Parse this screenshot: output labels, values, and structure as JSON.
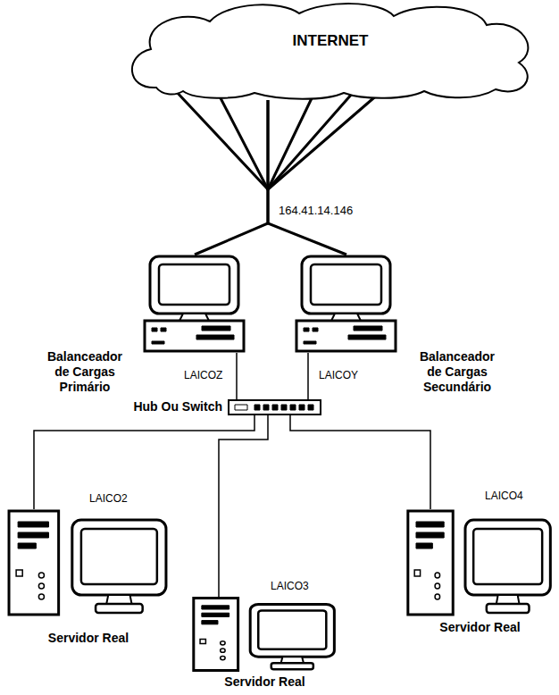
{
  "diagram": {
    "nodes": [
      {
        "text": [
          "INTERNET"
        ]
      },
      {
        "text": [
          "Balanceador de Cargas Primário",
          "LAICOZ"
        ]
      },
      {
        "text": [
          "Balanceador de Cargas Secundário",
          "LAICOY"
        ]
      },
      {
        "text": [
          "Hub Ou Switch"
        ]
      },
      {
        "text": [
          "LAICO2",
          "Servidor Real"
        ]
      },
      {
        "text": [
          "LAICO3",
          "Servidor Real"
        ]
      },
      {
        "text": [
          "LAICO4",
          "Servidor Real"
        ]
      }
    ],
    "edges": [
      {
        "from": 0,
        "to": 1,
        "arrow": "none"
      },
      {
        "from": 0,
        "to": 2,
        "arrow": "none"
      },
      {
        "from": 1,
        "to": 3,
        "arrow": "none"
      },
      {
        "from": 2,
        "to": 3,
        "arrow": "none"
      },
      {
        "from": 3,
        "to": 4,
        "arrow": "none"
      },
      {
        "from": 3,
        "to": 5,
        "arrow": "none"
      },
      {
        "from": 3,
        "to": 6,
        "arrow": "none"
      }
    ],
    "labels": [
      "164.41.14.146"
    ]
  }
}
